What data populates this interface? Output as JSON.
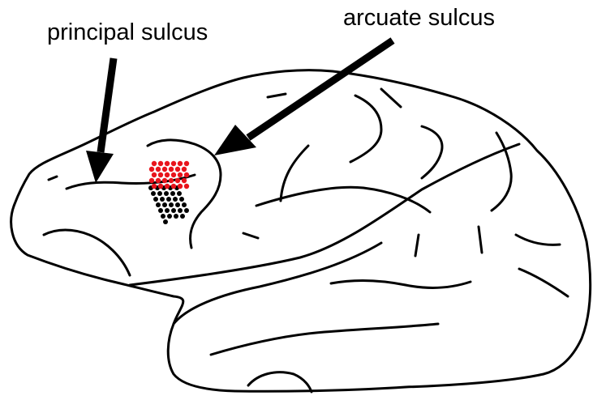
{
  "labels": {
    "principal_sulcus": "principal sulcus",
    "arcuate_sulcus": "arcuate sulcus"
  },
  "colors": {
    "outline": "#000000",
    "site_red": "#e8141c",
    "site_black": "#000000",
    "background": "#ffffff"
  },
  "icons": {
    "principal_arrow": "arrow-down-icon",
    "arcuate_arrow": "arrow-down-left-icon"
  },
  "recording_sites": {
    "red_count": 30,
    "black_count": 30
  }
}
